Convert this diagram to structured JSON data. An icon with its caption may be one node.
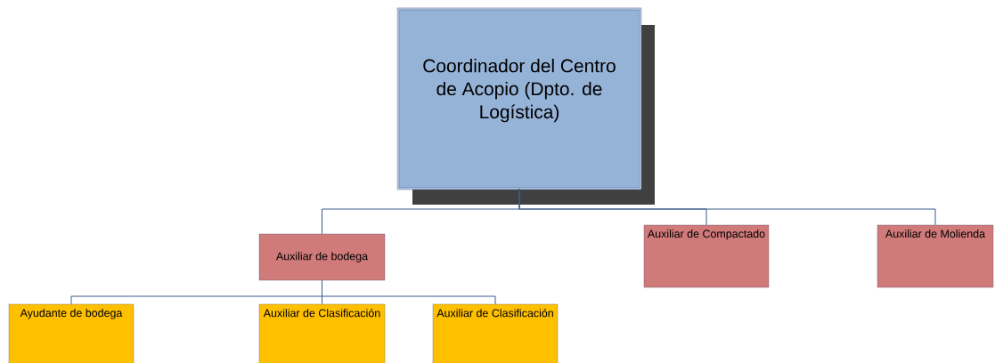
{
  "diagram": {
    "nodes": [
      {
        "text": [
          "Coordinador del Centro de Acopio (Dpto. de Logística)"
        ]
      },
      {
        "text": [
          "Auxiliar de bodega"
        ]
      },
      {
        "text": [
          "Auxiliar de Compactado"
        ]
      },
      {
        "text": [
          "Auxiliar de Molienda"
        ]
      },
      {
        "text": [
          "Ayudante de bodega"
        ]
      },
      {
        "text": [
          "Auxiliar de Clasificación"
        ]
      },
      {
        "text": [
          "Auxiliar de Clasificación"
        ]
      }
    ],
    "edges": [
      {
        "from": 0,
        "to": 1,
        "arrow": "none"
      },
      {
        "from": 0,
        "to": 2,
        "arrow": "none"
      },
      {
        "from": 0,
        "to": 3,
        "arrow": "none"
      },
      {
        "from": 1,
        "to": 4,
        "arrow": "none"
      },
      {
        "from": 1,
        "to": 5,
        "arrow": "none"
      },
      {
        "from": 1,
        "to": 6,
        "arrow": "none"
      }
    ]
  }
}
